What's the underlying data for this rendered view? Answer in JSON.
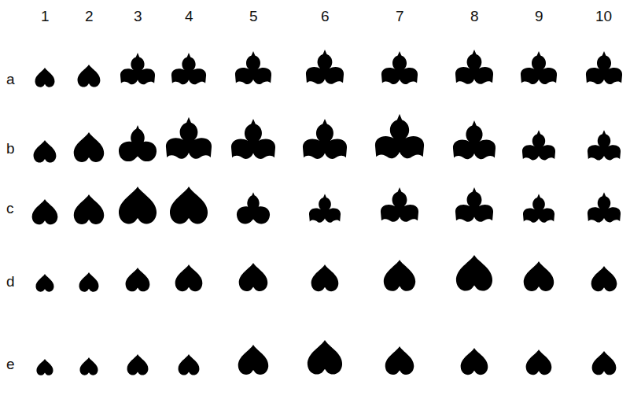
{
  "diagram": {
    "labels": [
      "1",
      "2",
      "3",
      "4",
      "5",
      "6",
      "7",
      "8",
      "9",
      "10",
      "a",
      "b",
      "c",
      "d",
      "e"
    ]
  }
}
